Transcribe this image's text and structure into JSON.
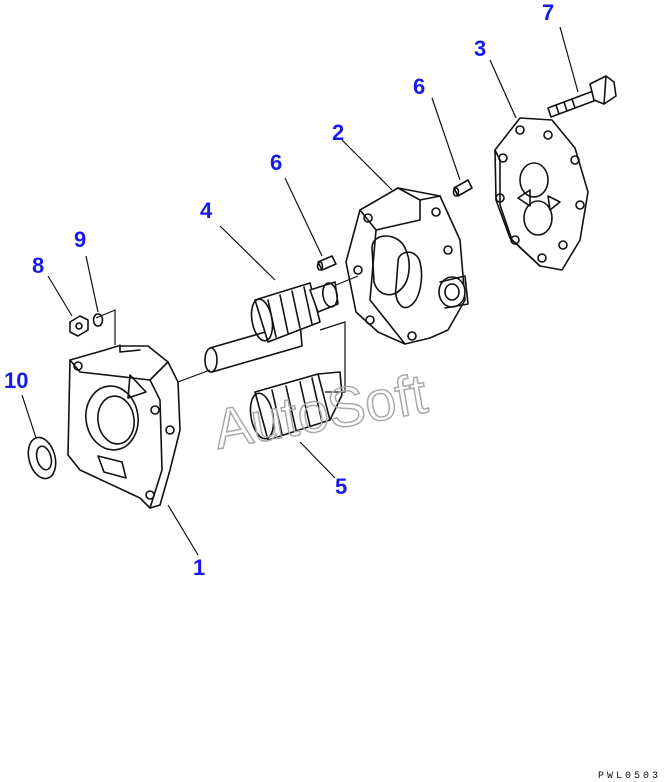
{
  "watermark": "AutoSoft",
  "drawing_code": "PWL0503",
  "callouts": {
    "c1": "1",
    "c2": "2",
    "c3": "3",
    "c4": "4",
    "c5": "5",
    "c6a": "6",
    "c6b": "6",
    "c7": "7",
    "c8": "8",
    "c9": "9",
    "c10": "10"
  },
  "colors": {
    "callout": "#1a1ae6",
    "line": "#111111",
    "watermark": "#a9a9a9"
  }
}
